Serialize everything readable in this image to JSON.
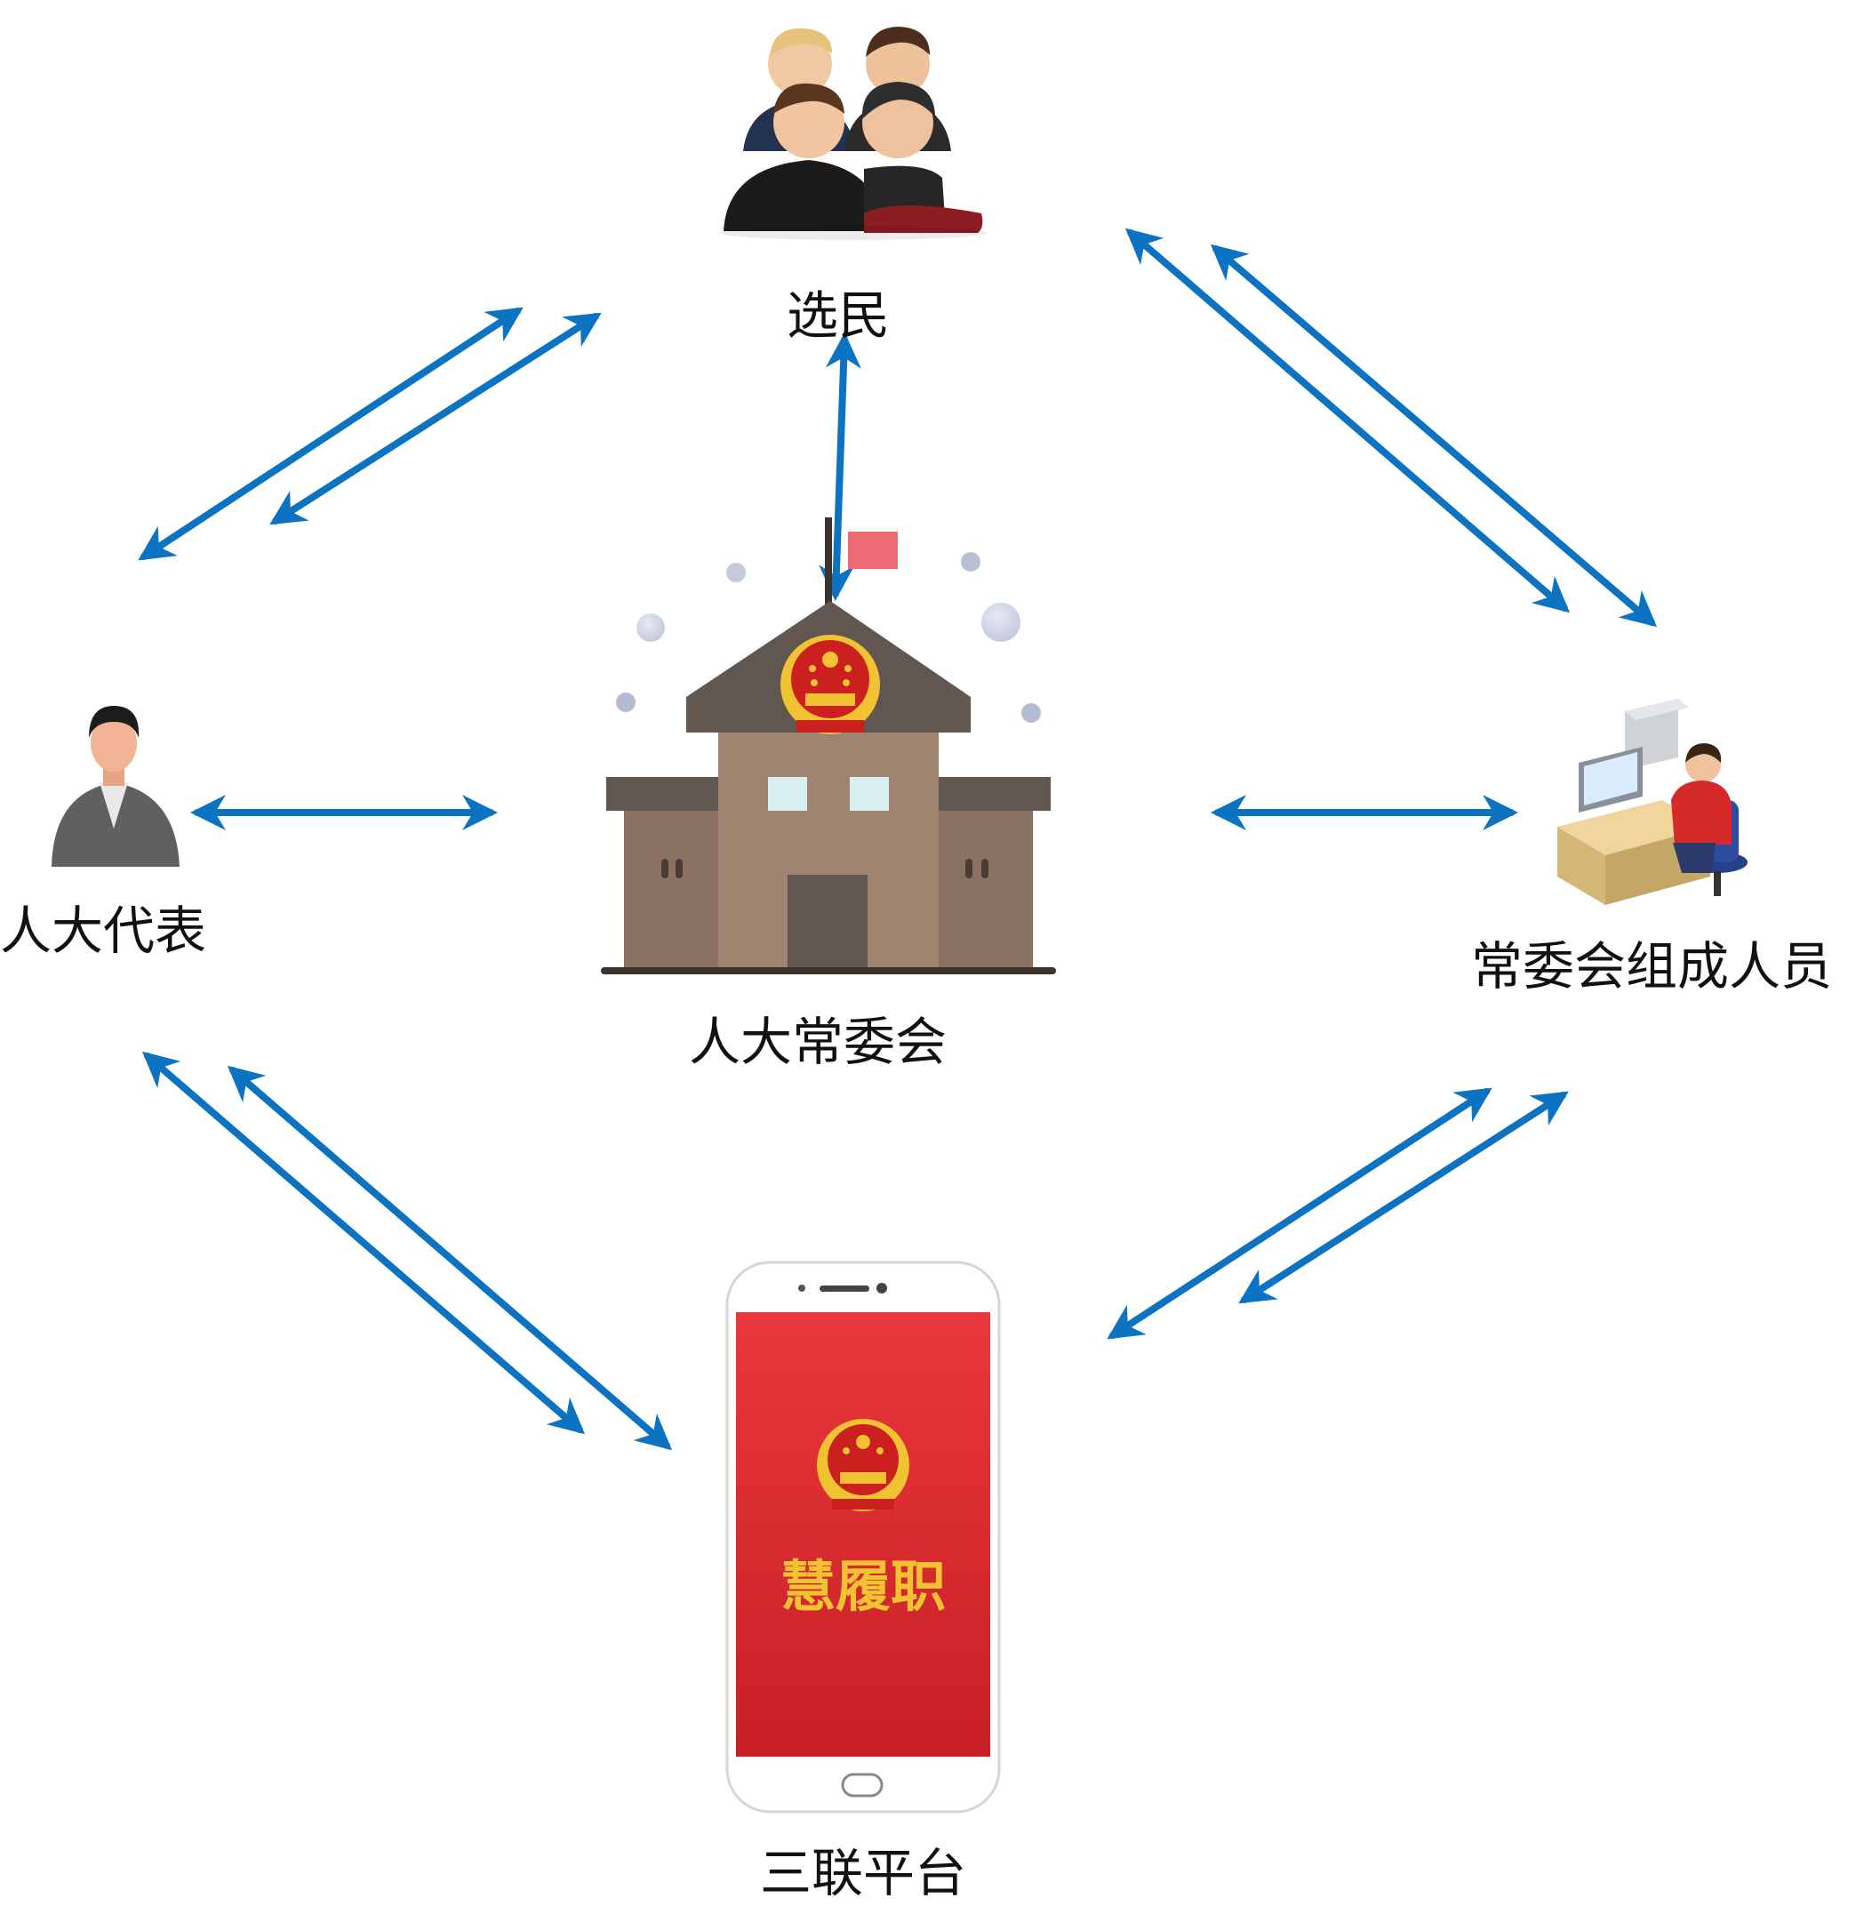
{
  "nodes": {
    "voters": {
      "label": "选民",
      "icon": "voters-group-icon"
    },
    "deputy": {
      "label": "人大代表",
      "icon": "deputy-person-icon"
    },
    "congress": {
      "label": "人大常委会",
      "icon": "congress-building-icon"
    },
    "members": {
      "label": "常委会组成人员",
      "icon": "office-worker-icon"
    },
    "platform": {
      "label": "三联平台",
      "icon": "smartphone-icon",
      "app_name": "慧履职"
    }
  },
  "edges": [
    {
      "from": "congress",
      "to": "voters",
      "style": "single"
    },
    {
      "from": "deputy",
      "to": "congress",
      "style": "single"
    },
    {
      "from": "congress",
      "to": "members",
      "style": "single"
    },
    {
      "from": "voters",
      "to": "deputy",
      "style": "double"
    },
    {
      "from": "voters",
      "to": "members",
      "style": "double"
    },
    {
      "from": "deputy",
      "to": "platform",
      "style": "double"
    },
    {
      "from": "members",
      "to": "platform",
      "style": "double"
    }
  ],
  "colors": {
    "arrow": "#0c72c2",
    "building_wall": "#a08472",
    "building_roof": "#615650",
    "phone_screen": "#d8262b",
    "emblem_red": "#cc1f1f",
    "emblem_gold": "#f1c232",
    "flag": "#ec6b73"
  }
}
